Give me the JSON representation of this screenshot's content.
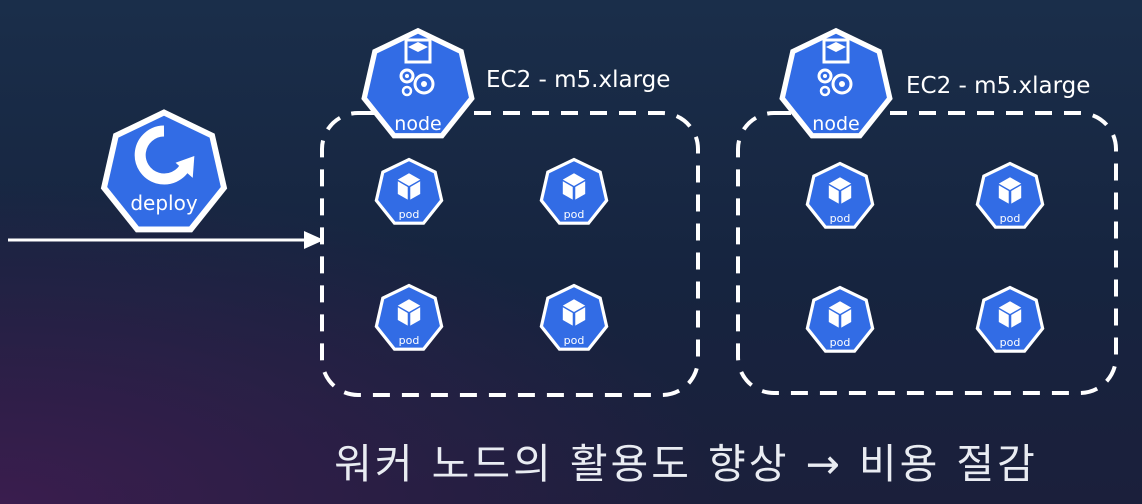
{
  "deploy": {
    "label": "deploy",
    "icon": "deploy-cycle-icon"
  },
  "nodes": [
    {
      "label": "node",
      "instance_type": "EC2 - m5.xlarge",
      "icon": "node-gears-icon",
      "pods": [
        "pod",
        "pod",
        "pod",
        "pod"
      ]
    },
    {
      "label": "node",
      "instance_type": "EC2 - m5.xlarge",
      "icon": "node-gears-icon",
      "pods": [
        "pod",
        "pod",
        "pod",
        "pod"
      ]
    }
  ],
  "pod_icon": "pod-cube-icon",
  "caption": "워커 노드의 활용도 향상 → 비용 절감",
  "colors": {
    "k8s_blue": "#326ce5",
    "icon_white": "#ffffff",
    "text": "#ffffff"
  }
}
